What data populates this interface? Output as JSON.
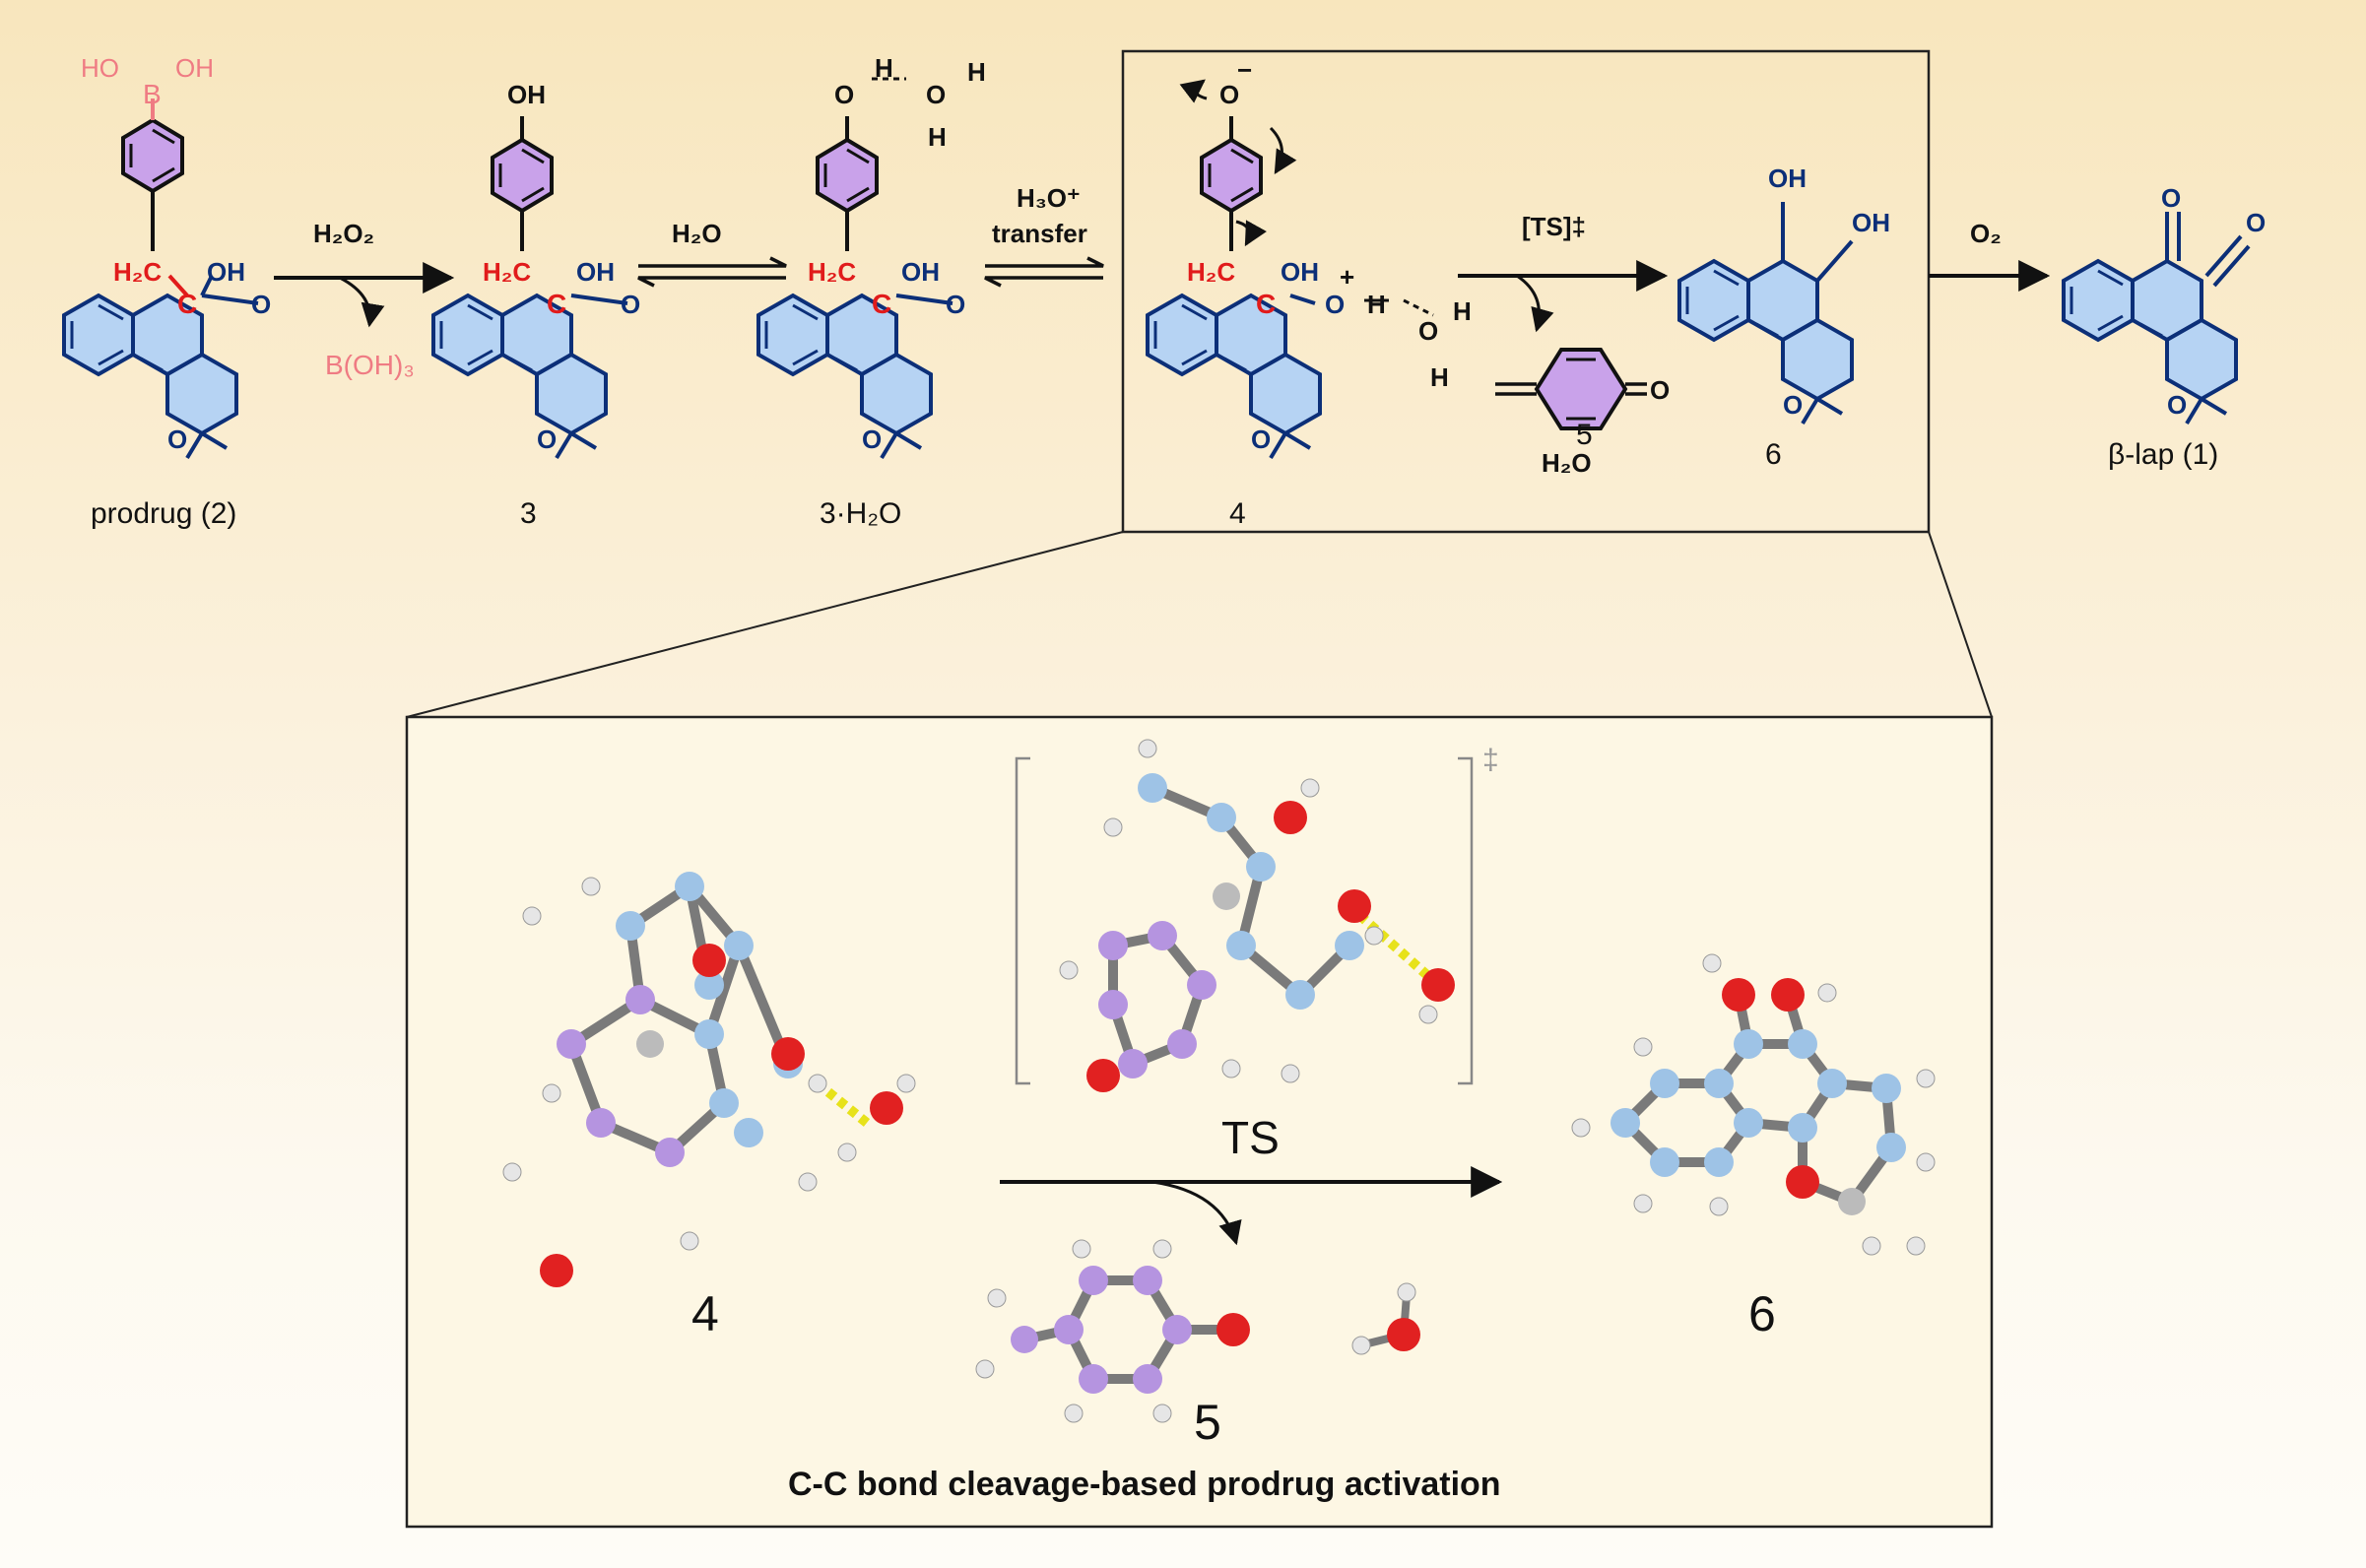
{
  "colors": {
    "navy": "#0c2f78",
    "ring_blue": "#b6d3f3",
    "ring_purple": "#c9a2ea",
    "red": "#e11b1b",
    "boron_pink": "#ef7b83",
    "frame": "#222222",
    "atom_carbon": "#9ec3e6",
    "atom_aryl": "#b594e0",
    "atom_oxygen": "#e12121",
    "atom_hydrogen": "#e6e6e6",
    "hbond": "#e7e21a"
  },
  "scheme": {
    "compounds": [
      {
        "id": "prodrug",
        "label": "prodrug (2)",
        "para_substituent": "B(OH)2"
      },
      {
        "id": "c3",
        "label": "3",
        "para_substituent": "OH"
      },
      {
        "id": "c3w",
        "label": "3·H₂O",
        "para_substituent": "OH···H2O"
      },
      {
        "id": "c4",
        "label": "4",
        "para_substituent": "O-"
      },
      {
        "id": "c5",
        "label": "5"
      },
      {
        "id": "c6",
        "label": "6"
      },
      {
        "id": "blap",
        "label": "β-lap (1)"
      }
    ],
    "reagents": {
      "h2o2": "H₂O₂",
      "boric": "B(OH)₃",
      "h2o": "H₂O",
      "h3o_line1": "H₃O⁺",
      "h3o_line2": "transfer",
      "ts": "[TS]‡",
      "o2": "O₂",
      "water_with5": "H₂O"
    }
  },
  "inset": {
    "ts_label": "TS",
    "dagger": "‡",
    "labels": [
      "4",
      "5",
      "6"
    ],
    "caption": "C-C bond cleavage-based prodrug activation",
    "models": [
      "4",
      "TS",
      "5 + H2O",
      "6"
    ]
  }
}
